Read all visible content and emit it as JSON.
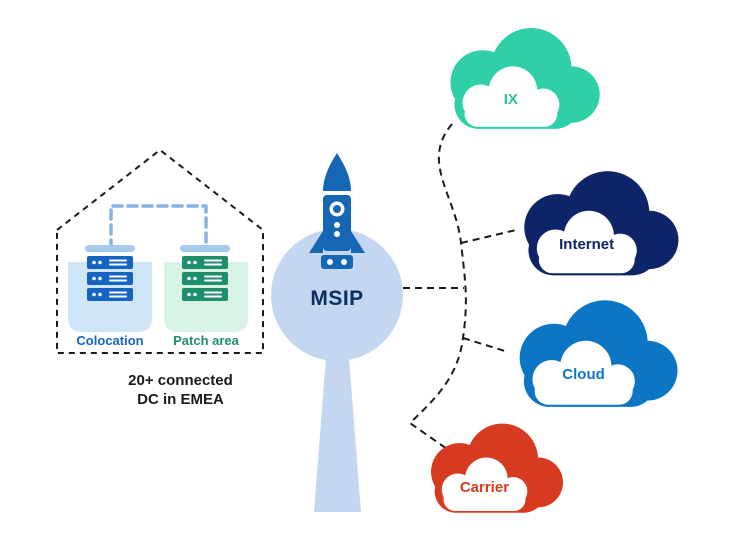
{
  "facility": {
    "caption_line1": "20+ connected",
    "caption_line2": "DC in EMEA",
    "colocation": {
      "label": "Colocation",
      "color": "#1565c0",
      "tub_color": "#cfe4f7"
    },
    "patch_area": {
      "label": "Patch area",
      "color": "#1e8e6e",
      "tub_color": "#d9f2e6"
    }
  },
  "hub": {
    "label": "MSIP",
    "label_color": "#0c2e63",
    "circle_color": "#c5d7f0",
    "rocket_color": "#1566b4"
  },
  "clouds": [
    {
      "label": "IX",
      "color": "#2fd0a8",
      "label_color": "#2bbf9a"
    },
    {
      "label": "Internet",
      "color": "#0d2468",
      "label_color": "#0d2468"
    },
    {
      "label": "Cloud",
      "color": "#0d76c4",
      "label_color": "#0d76c4"
    },
    {
      "label": "Carrier",
      "color": "#d63b20",
      "label_color": "#d63b20"
    }
  ]
}
